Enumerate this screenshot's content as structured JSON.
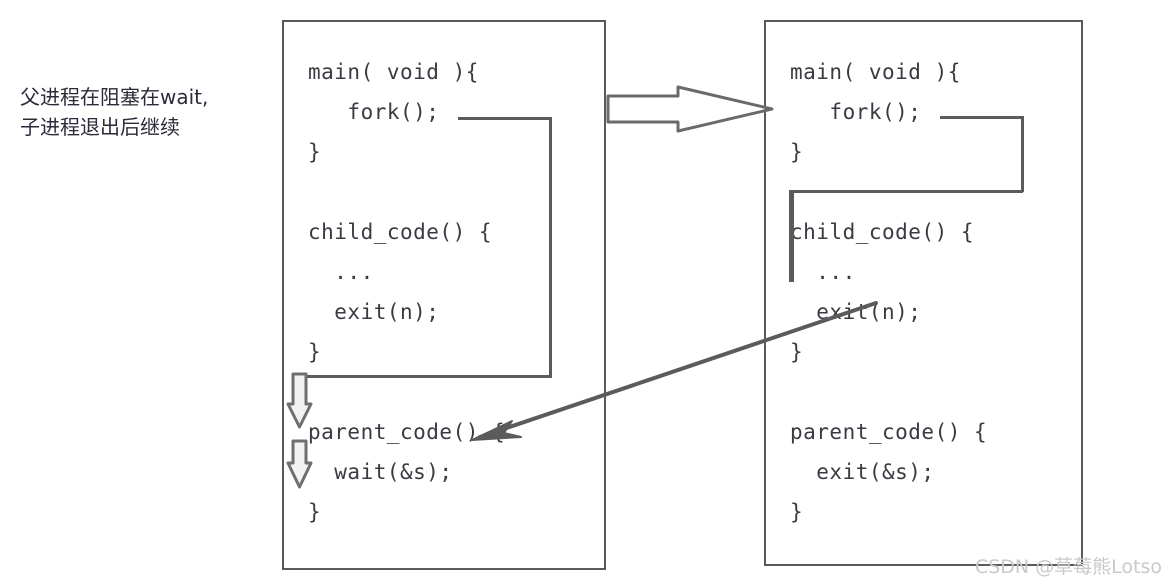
{
  "annotation": {
    "line1": "父进程在阻塞在wait,",
    "line2": "子进程退出后继续"
  },
  "panels": {
    "left": {
      "name": "parent-process-panel",
      "code_lines": [
        "main( void ){",
        "   fork();",
        "}",
        "",
        "child_code() {",
        "  ...",
        "  exit(n);",
        "}",
        "",
        "parent_code() {",
        "  wait(&s);",
        "}"
      ]
    },
    "right": {
      "name": "child-process-panel",
      "code_lines": [
        "main( void ){",
        "   fork();",
        "}",
        "",
        "child_code() {",
        "  ...",
        "  exit(n);",
        "}",
        "",
        "parent_code() {",
        "  exit(&s);",
        "}"
      ]
    }
  },
  "arrows": {
    "fork_transition": "block-arrow-right",
    "exit_to_wait": "diagonal-arrow-left",
    "parent_blocked_1": "down-arrow",
    "parent_blocked_2": "down-arrow"
  },
  "colors": {
    "ink": "#3a3a42",
    "stroke": "#5b5b5b",
    "panel_border": "#5a5a5a",
    "caption": "#2b2b3a",
    "watermark": "#c9c9c9",
    "background": "#ffffff"
  },
  "watermark": {
    "text": "CSDN @草莓熊Lotso"
  }
}
